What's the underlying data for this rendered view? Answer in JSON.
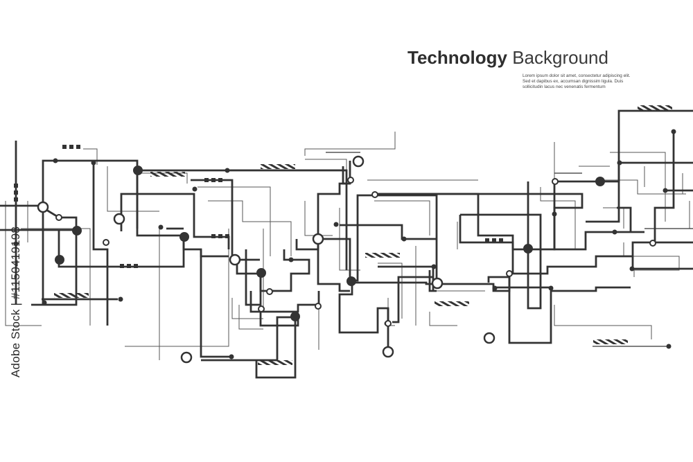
{
  "heading": {
    "bold": "Technology",
    "light": "Background"
  },
  "body_text": "Lorem ipsum dolor sit amet, consectetur adipiscing elit. Sed et dapibus ex, accumsan dignissim ligula. Duis sollicitudin lacus nec venenatis fermentum",
  "stock_id": "Adobe Stock | #1150419198",
  "colors": {
    "line_dark": "#333333",
    "line_thin": "#555555",
    "background": "#ffffff"
  }
}
